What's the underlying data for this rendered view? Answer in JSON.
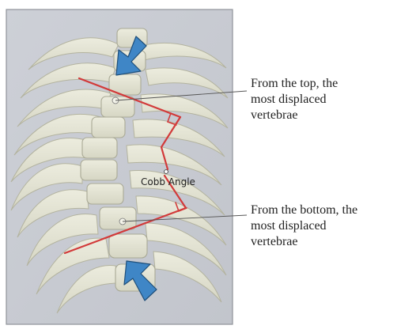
{
  "labels": {
    "cobb_angle": "Cobb Angle",
    "top_callout": [
      "From the top, the",
      "most displaced",
      "vertebrae"
    ],
    "bottom_callout": [
      "From the bottom, the",
      "most displaced",
      "vertebrae"
    ]
  },
  "colors": {
    "panel_bg": "#c9ccd3",
    "panel_border": "#8f939a",
    "bone": "#e4e4d4",
    "bone_edge": "#b8b8a4",
    "cobb_line": "#d23a3a",
    "arrow": "#3f86c6",
    "leader_line": "#555555"
  },
  "icons": {
    "top_arrow": "arrow-down-right-icon",
    "bottom_arrow": "arrow-up-right-icon"
  }
}
